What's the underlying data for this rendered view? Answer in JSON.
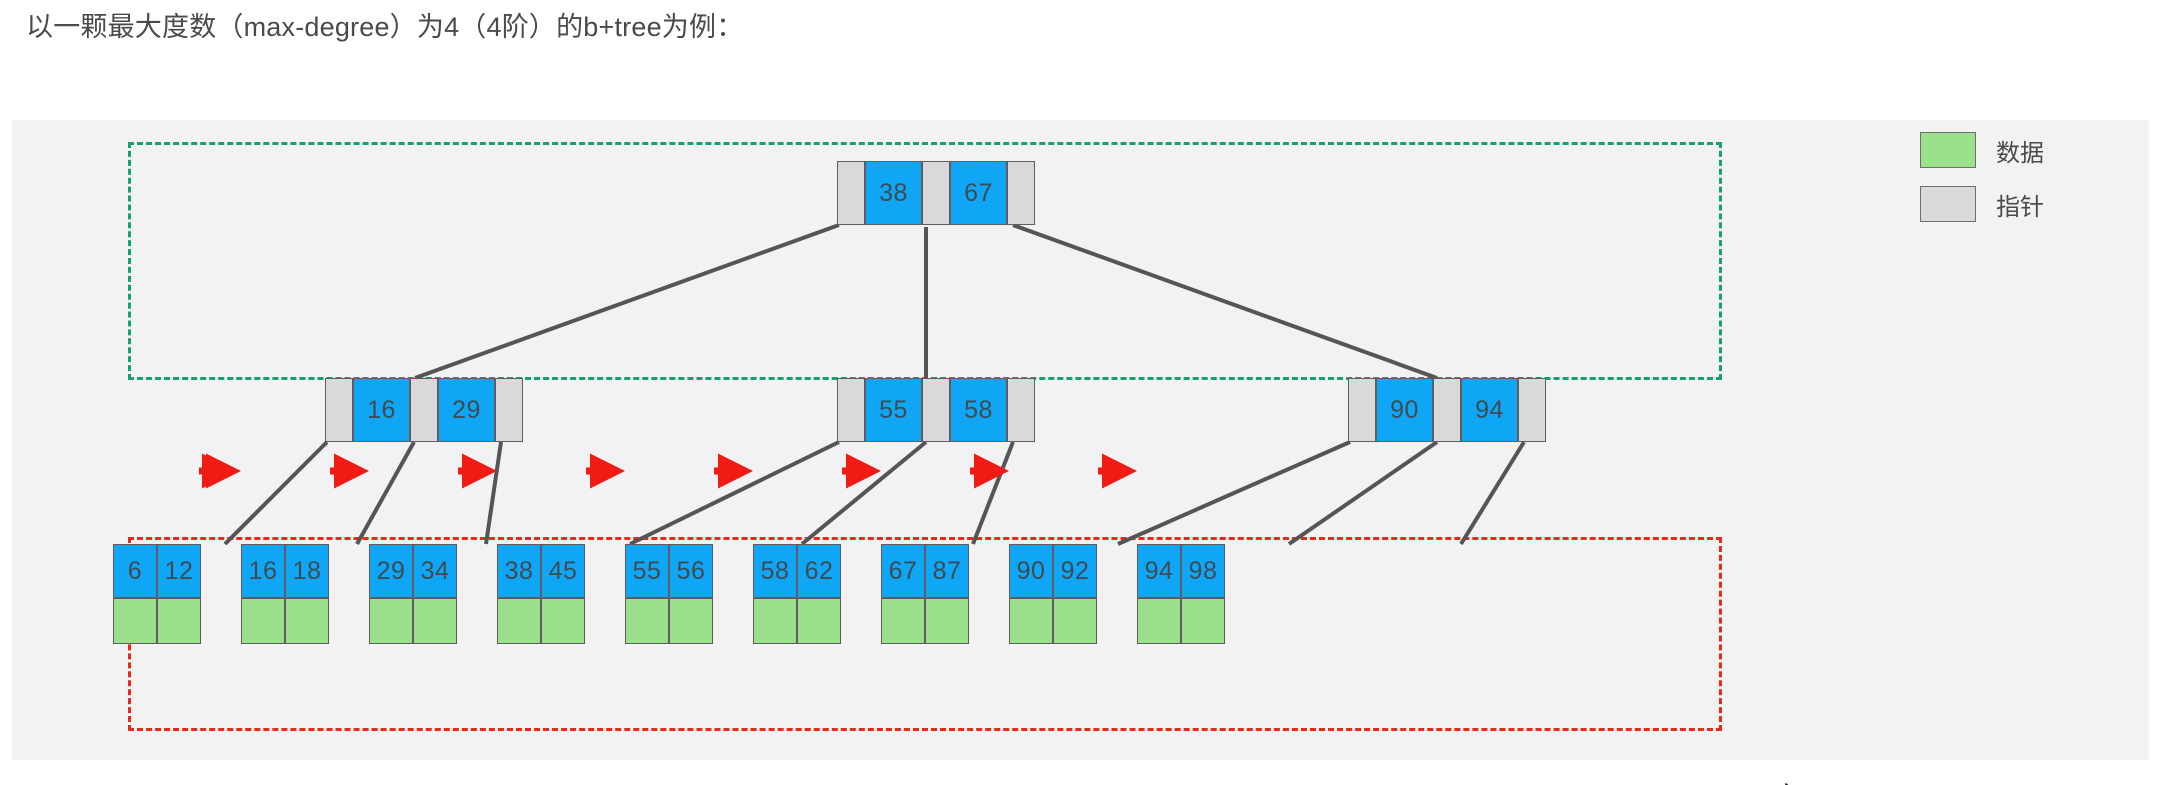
{
  "caption": "以一颗最大度数（max-degree）为4（4阶）的b+tree为例：",
  "legend": {
    "items": [
      {
        "label": "数据",
        "color": "#9be08a",
        "icon": "data-swatch"
      },
      {
        "label": "指针",
        "color": "#d9d9d9",
        "icon": "pointer-swatch"
      }
    ]
  },
  "colors": {
    "key_blue": "#0fa7f5",
    "data_green": "#9be08a",
    "pointer_gray": "#d9d9d9",
    "edge_gray": "#555555",
    "link_red": "#ee1c12",
    "internal_group_border": "#11a36c",
    "leaf_group_border": "#e8291c",
    "panel_background": "#f2f2f2"
  },
  "tree": {
    "max_degree": 4,
    "root": {
      "name": "root-node",
      "keys": [
        38,
        67
      ],
      "pointer_count": 3
    },
    "internal_nodes": [
      {
        "name": "internal-node-1",
        "keys": [
          16,
          29
        ],
        "pointer_count": 3
      },
      {
        "name": "internal-node-2",
        "keys": [
          55,
          58
        ],
        "pointer_count": 3
      },
      {
        "name": "internal-node-3",
        "keys": [
          90,
          94
        ],
        "pointer_count": 3
      }
    ],
    "leaf_nodes": [
      {
        "name": "leaf-node-1",
        "keys": [
          6,
          12
        ],
        "data_slots": 2
      },
      {
        "name": "leaf-node-2",
        "keys": [
          16,
          18
        ],
        "data_slots": 2
      },
      {
        "name": "leaf-node-3",
        "keys": [
          29,
          34
        ],
        "data_slots": 2
      },
      {
        "name": "leaf-node-4",
        "keys": [
          38,
          45
        ],
        "data_slots": 2
      },
      {
        "name": "leaf-node-5",
        "keys": [
          55,
          56
        ],
        "data_slots": 2
      },
      {
        "name": "leaf-node-6",
        "keys": [
          58,
          62
        ],
        "data_slots": 2
      },
      {
        "name": "leaf-node-7",
        "keys": [
          67,
          87
        ],
        "data_slots": 2
      },
      {
        "name": "leaf-node-8",
        "keys": [
          90,
          92
        ],
        "data_slots": 2
      },
      {
        "name": "leaf-node-9",
        "keys": [
          94,
          98
        ],
        "data_slots": 2
      }
    ]
  }
}
